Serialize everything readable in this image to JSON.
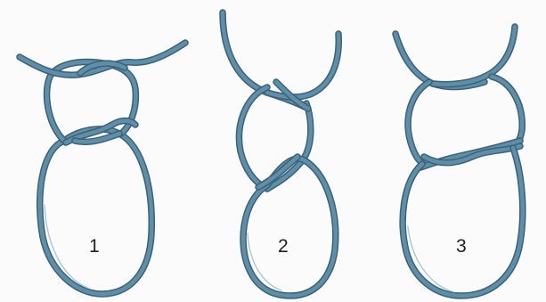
{
  "stages": [
    {
      "label": "1"
    },
    {
      "label": "2"
    },
    {
      "label": "3"
    }
  ],
  "colors": {
    "rope_outline": "#3c6178",
    "rope_core": "#5e8fa8",
    "rope_highlight": "#8db7cb",
    "background": "#fbfbfb"
  }
}
